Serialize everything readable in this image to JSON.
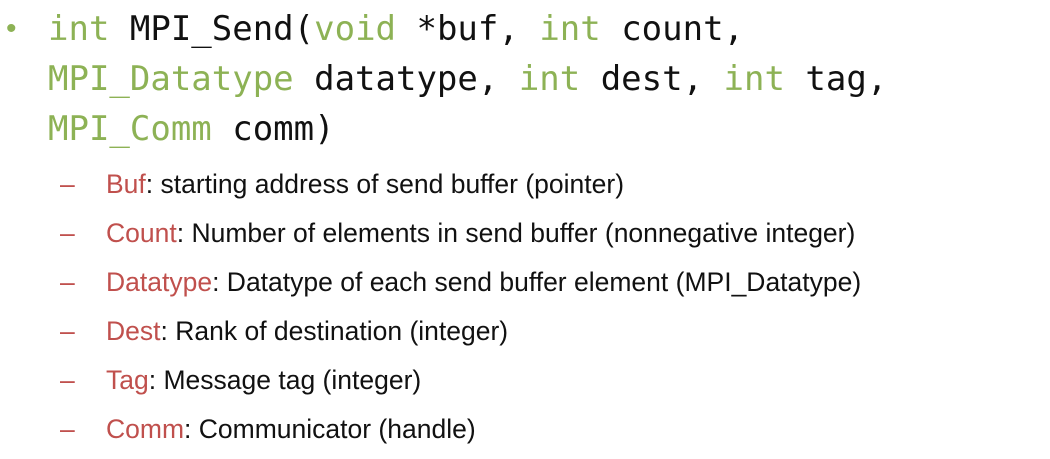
{
  "colors": {
    "keyword": "#8db255",
    "param_name": "#c0504d",
    "text": "#111111",
    "bullet": "#8db255"
  },
  "signature": {
    "bullet": "•",
    "line1": [
      {
        "text": "int",
        "kind": "kw"
      },
      {
        "text": " MPI_Send(",
        "kind": "plain"
      },
      {
        "text": "void",
        "kind": "kw"
      },
      {
        "text": " *buf, ",
        "kind": "plain"
      },
      {
        "text": "int",
        "kind": "kw"
      },
      {
        "text": " count,",
        "kind": "plain"
      }
    ],
    "line2": [
      {
        "text": "MPI_Datatype",
        "kind": "kw"
      },
      {
        "text": " datatype, ",
        "kind": "plain"
      },
      {
        "text": "int",
        "kind": "kw"
      },
      {
        "text": " dest, ",
        "kind": "plain"
      },
      {
        "text": "int",
        "kind": "kw"
      },
      {
        "text": " tag,",
        "kind": "plain"
      }
    ],
    "line3": [
      {
        "text": "MPI_Comm",
        "kind": "kw"
      },
      {
        "text": " comm)",
        "kind": "plain"
      }
    ]
  },
  "params": [
    {
      "dash": "–",
      "name": "Buf",
      "desc": ": starting address of send buffer (pointer)"
    },
    {
      "dash": "–",
      "name": "Count",
      "desc": ": Number of elements in send buffer (nonnegative integer)"
    },
    {
      "dash": "–",
      "name": "Datatype",
      "desc": ": Datatype of each send buffer element (MPI_Datatype)"
    },
    {
      "dash": "–",
      "name": "Dest",
      "desc": ": Rank of destination (integer)"
    },
    {
      "dash": "–",
      "name": "Tag",
      "desc": ": Message tag (integer)"
    },
    {
      "dash": "–",
      "name": "Comm",
      "desc": ": Communicator (handle)"
    }
  ]
}
